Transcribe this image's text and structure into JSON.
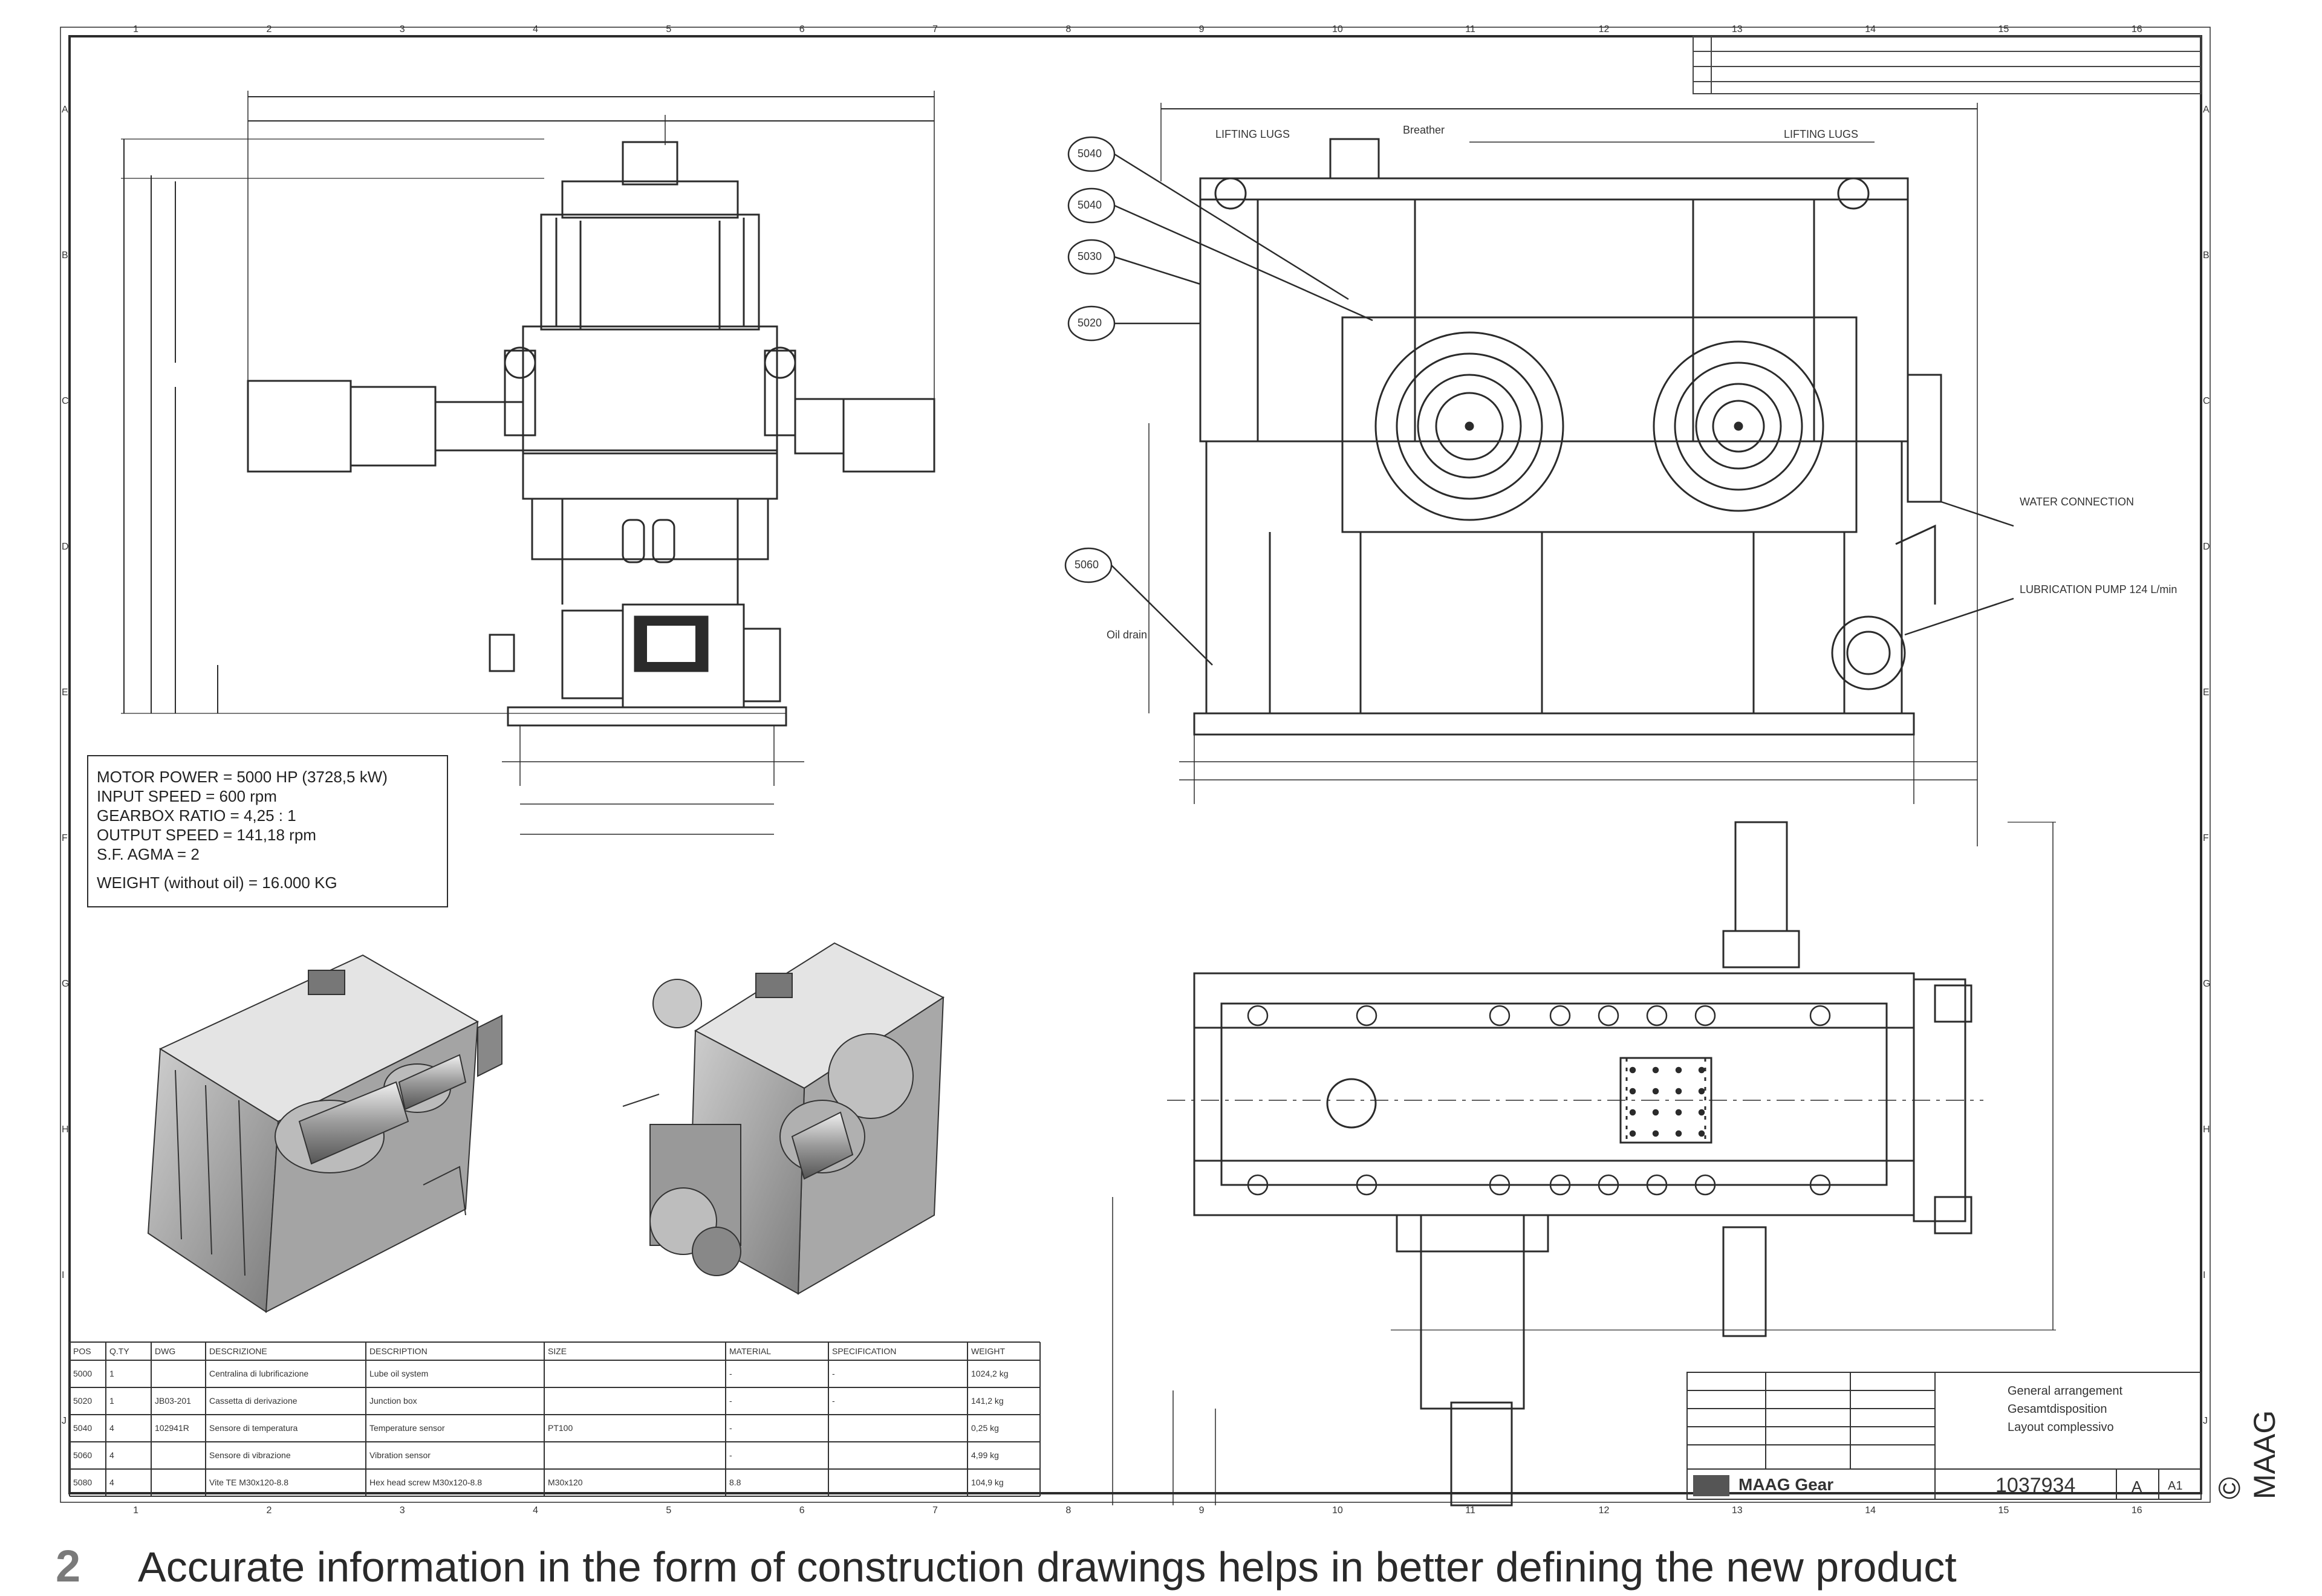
{
  "caption": {
    "number": "2",
    "text": "Accurate information in the form of construction drawings helps in better defining the new product"
  },
  "copyright": "© MAAG",
  "specs": [
    "MOTOR POWER = 5000 HP (3728,5 kW)",
    "INPUT SPEED = 600 rpm",
    "GEARBOX RATIO = 4,25 : 1",
    "OUTPUT SPEED = 141,18 rpm",
    "S.F. AGMA = 2",
    "WEIGHT (without oil) = 16.000 KG"
  ],
  "callouts": [
    "5040",
    "5040",
    "5030",
    "5020",
    "5060"
  ],
  "labels": {
    "lifting_lugs_left": "LIFTING LUGS",
    "breather": "Breather",
    "lifting_lugs_right": "LIFTING LUGS",
    "oil_drain": "Oil drain",
    "water_connection": "WATER CONNECTION",
    "lubrication_pump": "LUBRICATION PUMP 124 L/min"
  },
  "parts_table": {
    "headers": [
      "POS",
      "Q.TY",
      "DWG",
      "DESCRIZIONE",
      "DESCRIPTION",
      "SIZE",
      "MATERIAL",
      "SPECIFICATION",
      "WEIGHT"
    ],
    "rows": [
      [
        "5000",
        "1",
        "",
        "Centralina di lubrificazione",
        "Lube oil system",
        "",
        "-",
        "-",
        "1024,2 kg"
      ],
      [
        "5020",
        "1",
        "JB03-201",
        "Cassetta di derivazione",
        "Junction box",
        "",
        "-",
        "-",
        "141,2 kg"
      ],
      [
        "5040",
        "4",
        "102941R",
        "Sensore di temperatura",
        "Temperature sensor",
        "PT100",
        "-",
        "",
        "0,25 kg"
      ],
      [
        "5060",
        "4",
        "",
        "Sensore di vibrazione",
        "Vibration sensor",
        "",
        "-",
        "",
        "4,99 kg"
      ],
      [
        "5080",
        "4",
        "",
        "Vite TE M30x120-8.8",
        "Hex head screw M30x120-8.8",
        "M30x120",
        "8.8",
        "",
        "104,9 kg"
      ]
    ]
  },
  "title_block": {
    "title_lines": [
      "General arrangement",
      "Gesamtdisposition",
      "Layout complessivo"
    ],
    "company": "MAAG Gear",
    "drawing_number": "1037934",
    "revision": "A",
    "format": "A1"
  },
  "border": {
    "columns": [
      "1",
      "2",
      "3",
      "4",
      "5",
      "6",
      "7",
      "8",
      "9",
      "10",
      "11",
      "12",
      "13",
      "14",
      "15",
      "16"
    ],
    "rows": [
      "A",
      "B",
      "C",
      "D",
      "E",
      "F",
      "G",
      "H",
      "I",
      "J"
    ]
  },
  "colors": {
    "line": "#2b2b2b",
    "shade": "#9a9a9a",
    "shade_dark": "#6e6e6e",
    "caption_number": "#7a7a7a"
  }
}
